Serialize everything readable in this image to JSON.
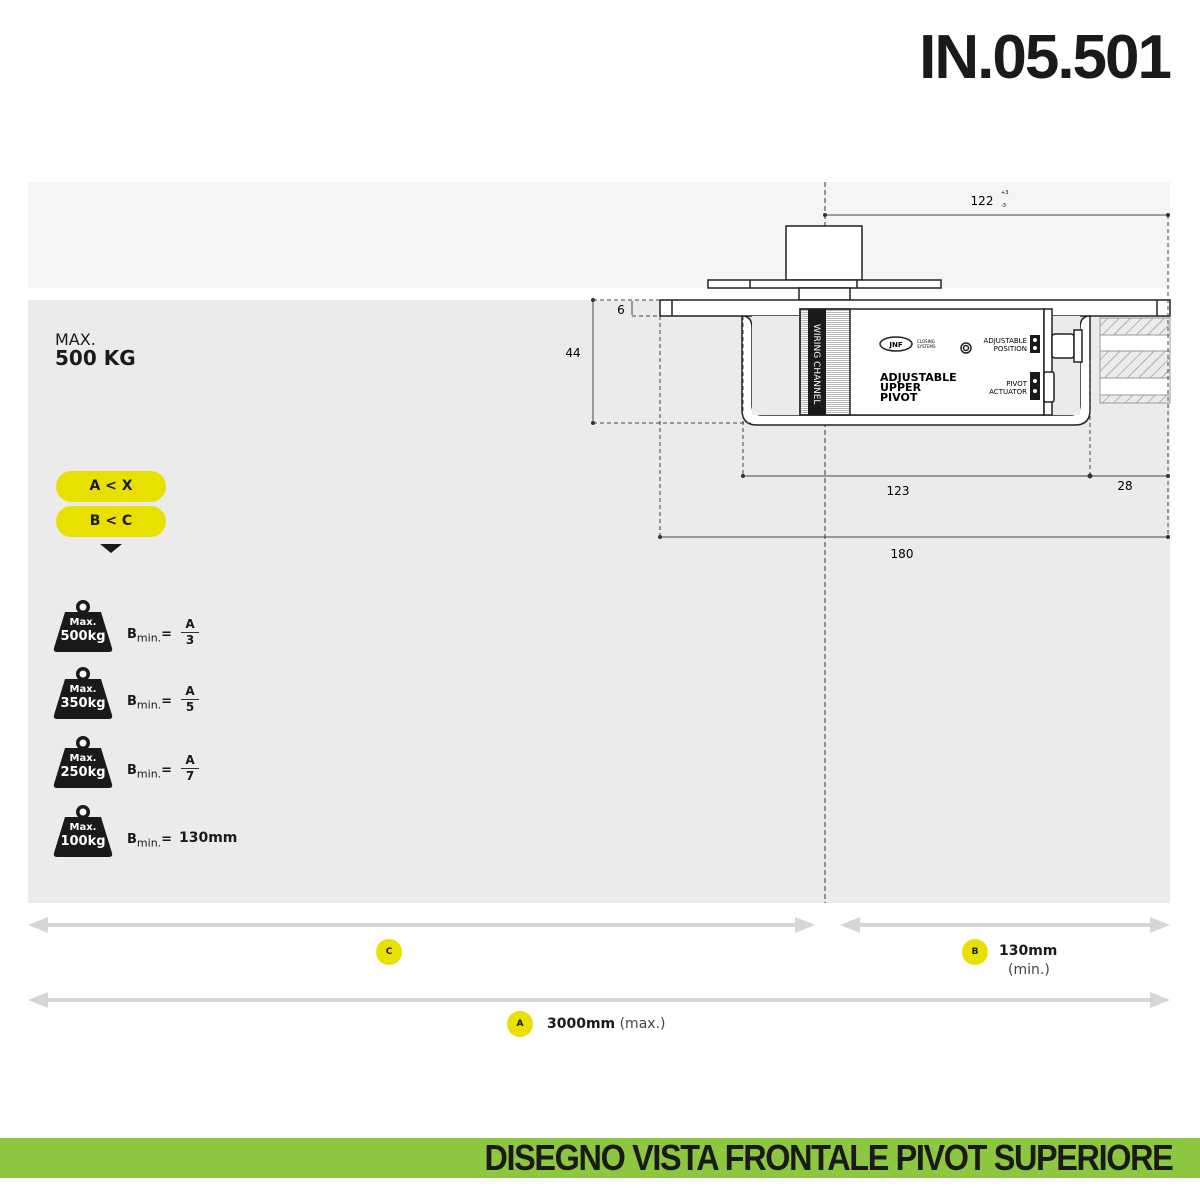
{
  "code": "IN.05.501",
  "max_load": {
    "label": "MAX.",
    "value": "500 KG"
  },
  "conditions": [
    "A < X",
    "B < C"
  ],
  "weights": [
    {
      "max": "Max.",
      "kg": "500kg",
      "b": "B",
      "sub": "min.",
      "eq": "=",
      "num": "A",
      "den": "3"
    },
    {
      "max": "Max.",
      "kg": "350kg",
      "b": "B",
      "sub": "min.",
      "eq": "=",
      "num": "A",
      "den": "5"
    },
    {
      "max": "Max.",
      "kg": "250kg",
      "b": "B",
      "sub": "min.",
      "eq": "=",
      "num": "A",
      "den": "7"
    },
    {
      "max": "Max.",
      "kg": "100kg",
      "b": "B",
      "sub": "min.",
      "eq": "=",
      "value": "130mm"
    }
  ],
  "dimensions": {
    "d122": "122",
    "tol_plus": "+3",
    "tol_minus": "-3",
    "d6": "6",
    "d44": "44",
    "d123": "123",
    "d28": "28",
    "d180": "180"
  },
  "device": {
    "wiring": "WIRING CHANNEL",
    "brand": "JNF",
    "brand_sub1": "CLOSING",
    "brand_sub2": "SYSTEMS",
    "name1": "ADJUSTABLE",
    "name2": "UPPER",
    "name3": "PIVOT",
    "adj1": "ADJUSTABLE",
    "adj2": "POSITION",
    "act1": "PIVOT",
    "act2": "ACTUATOR"
  },
  "measures": {
    "c_label": "C",
    "b_label": "B",
    "b_value": "130mm",
    "b_note": "(min.)",
    "a_label": "A",
    "a_value": "3000mm",
    "a_note": "(max.)"
  },
  "colors": {
    "accent": "#e8e000",
    "footer": "#8dc63f"
  },
  "footer": "DISEGNO VISTA FRONTALE PIVOT SUPERIORE"
}
